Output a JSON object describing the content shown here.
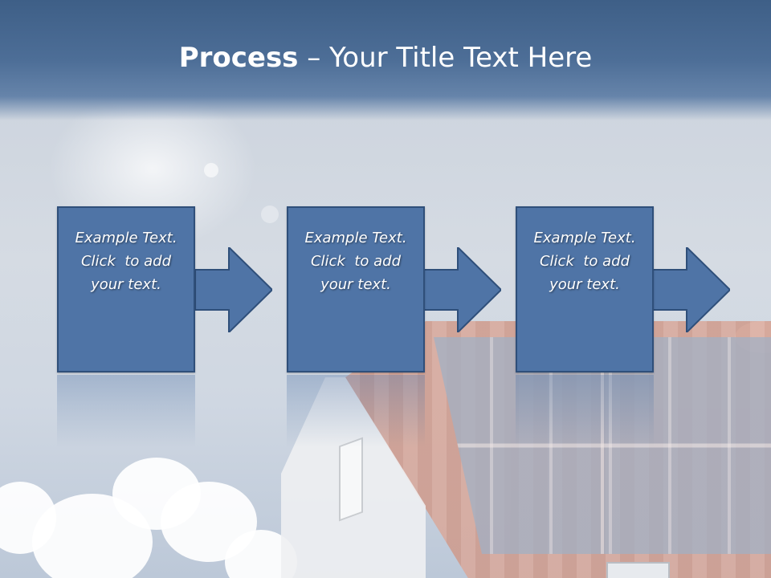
{
  "title": {
    "bold": "Process",
    "rest": " – Your Title Text Here"
  },
  "steps": [
    {
      "line1": "Example Text.",
      "line2": "Click  to add",
      "line3": "your text."
    },
    {
      "line1": "Example Text.",
      "line2": "Click  to add",
      "line3": "your text."
    },
    {
      "line1": "Example Text.",
      "line2": "Click  to add",
      "line3": "your text."
    }
  ],
  "colors": {
    "box_fill": "#4f74a6",
    "box_border": "#2f4f7a",
    "title_band": "#4d6e97"
  },
  "icons": [
    "right-arrow-icon",
    "right-arrow-icon",
    "right-arrow-icon"
  ]
}
